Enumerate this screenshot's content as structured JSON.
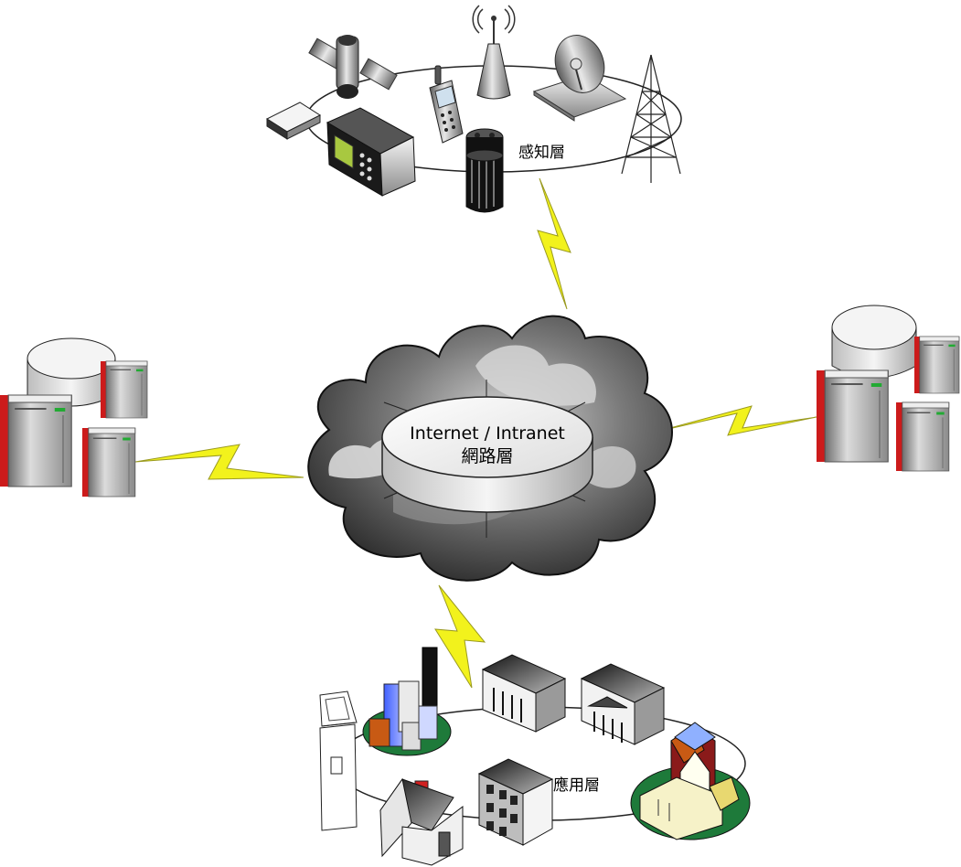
{
  "layers": {
    "perception": {
      "label": "感知層"
    },
    "network": {
      "line1": "Internet / Intranet",
      "line2": "網路層"
    },
    "application": {
      "label": "應用層"
    }
  },
  "colors": {
    "lightning": "#f2f21c",
    "server_red": "#cc1b1b",
    "cloud_dark": "#3a3a3a",
    "lawn_green": "#1e7a3a"
  },
  "icons": [
    "satellite-icon",
    "antenna-tower-icon",
    "satellite-dish-icon",
    "transmission-tower-icon",
    "mobile-phone-icon",
    "sensor-device-icon",
    "radio-device-icon",
    "card-reader-icon",
    "server-cluster-icon",
    "cloud-icon",
    "city-building-icon",
    "bank-building-icon",
    "house-icon",
    "office-building-icon",
    "church-icon",
    "refrigerator-icon"
  ]
}
